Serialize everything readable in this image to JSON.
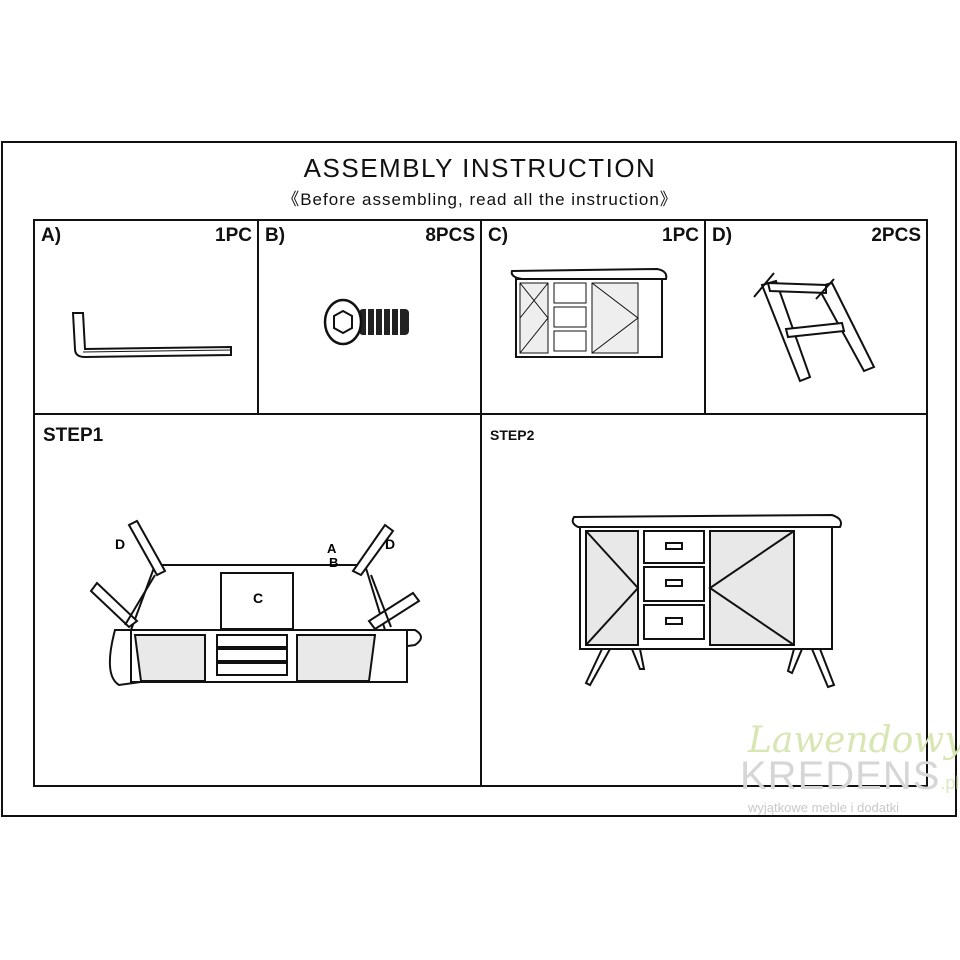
{
  "header": {
    "title": "ASSEMBLY INSTRUCTION",
    "subtitle": "《Before assembling, read all the instruction》"
  },
  "parts": [
    {
      "label": "A)",
      "quantity": "1PC",
      "icon": "hex-key-icon"
    },
    {
      "label": "B)",
      "quantity": "8PCS",
      "icon": "bolt-icon"
    },
    {
      "label": "C)",
      "quantity": "1PC",
      "icon": "sideboard-icon"
    },
    {
      "label": "D)",
      "quantity": "2PCS",
      "icon": "leg-frame-icon"
    }
  ],
  "steps": [
    {
      "label": "STEP1",
      "callouts": {
        "d_left": "D",
        "d_right": "D",
        "a": "A",
        "b": "B",
        "c": "C"
      }
    },
    {
      "label": "STEP2"
    }
  ],
  "watermark": {
    "script": "Lawendowy",
    "brand": "KREDENS",
    "tld": ".pl",
    "tagline": "wyjątkowe meble i dodatki"
  }
}
